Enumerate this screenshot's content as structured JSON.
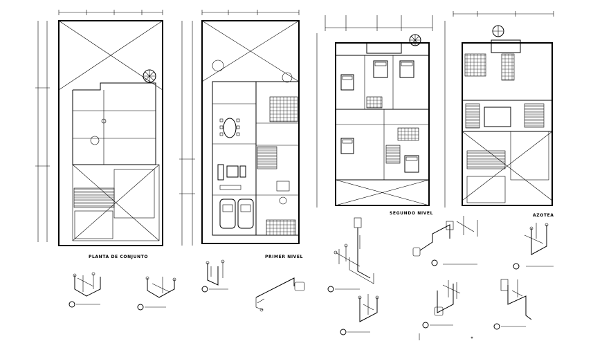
{
  "drawing": {
    "plan_labels": {
      "conjunto": "PLANTA DE CONJUNTO",
      "primer": "PRIMER NIVEL",
      "segundo": "SEGUNDO NIVEL",
      "azotea": "AZOTEA"
    }
  }
}
